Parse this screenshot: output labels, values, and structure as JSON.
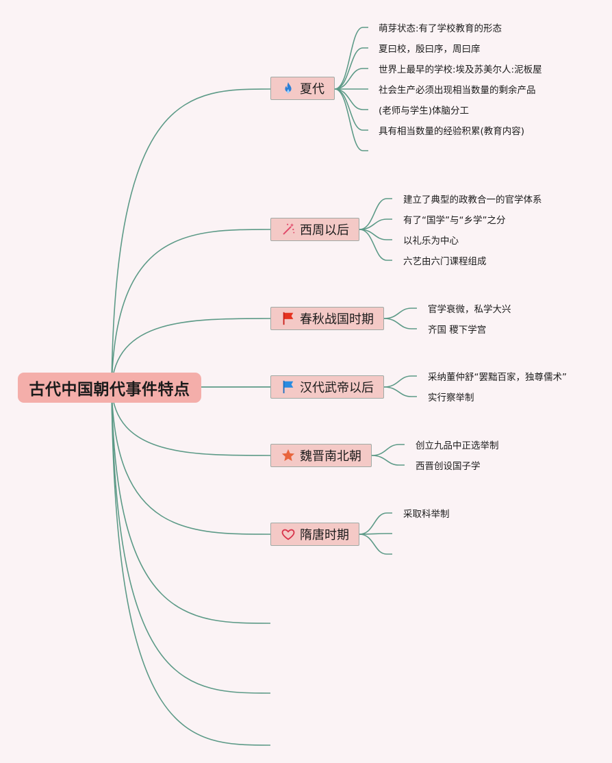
{
  "root": {
    "label": "古代中国朝代事件特点"
  },
  "branches": [
    {
      "label": "夏代",
      "icon": "fire-icon",
      "children": [
        "萌芽状态:有了学校教育的形态",
        "夏曰校，殷曰序，周曰庠",
        "世界上最早的学校:埃及苏美尔人:泥板屋",
        "社会生产必须出现相当数量的剩余产品",
        "(老师与学生)体脑分工",
        "具有相当数量的经验积累(教育内容)"
      ]
    },
    {
      "label": "西周以后",
      "icon": "magic-wand-icon",
      "children": [
        "建立了典型的政教合一的官学体系",
        "有了“国学”与“乡学”之分",
        "以礼乐为中心",
        "六艺由六门课程组成"
      ]
    },
    {
      "label": "春秋战国时期",
      "icon": "red-flag-icon",
      "children": [
        "官学衰微，私学大兴",
        "齐国 稷下学宫"
      ]
    },
    {
      "label": "汉代武帝以后",
      "icon": "blue-flag-icon",
      "children": [
        "采纳董仲舒“罢黜百家，独尊儒术”",
        "实行察举制"
      ]
    },
    {
      "label": "魏晋南北朝",
      "icon": "star-icon",
      "children": [
        "创立九品中正选举制",
        "西晋创设国子学"
      ]
    },
    {
      "label": "隋唐时期",
      "icon": "heart-icon",
      "children": [
        "采取科举制"
      ]
    }
  ],
  "colors": {
    "background": "#fbf3f5",
    "connector": "#5c9a87",
    "root_fill": "#f4aeaa",
    "topic_fill": "#f4c9c6",
    "topic_border": "#9fa9a4"
  }
}
